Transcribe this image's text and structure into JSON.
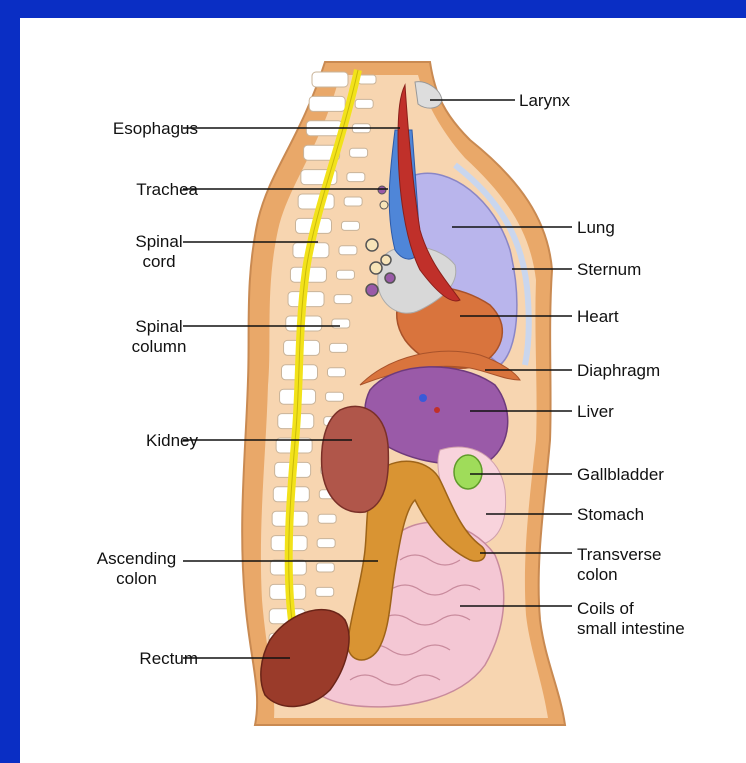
{
  "colors": {
    "frame": "#0a2ec4",
    "background": "#ffffff",
    "skin": "#e9a869",
    "body_fill": "#f7d5b0",
    "spinal_cord": "#f2e21a",
    "vertebra": "#ffffff",
    "lung": "#b9b5ec",
    "heart": "#d9743d",
    "liver": "#9a5aa8",
    "kidney": "#b0564a",
    "colon": "#d99433",
    "small_intestine": "#f4c7d4",
    "rectum": "#9a3b2a",
    "gallbladder": "#9fdc5a",
    "stomach": "#f8d3dc",
    "trachea": "#4f86d8",
    "esophagus": "#c0302a",
    "larynx": "#dddddd",
    "leader_line": "#111111"
  },
  "labels": {
    "esophagus": "Esophagus",
    "trachea": "Trachea",
    "spinal_cord": [
      "Spinal",
      "cord"
    ],
    "spinal_column": [
      "Spinal",
      "column"
    ],
    "kidney": "Kidney",
    "ascending_colon": [
      "Ascending",
      "colon"
    ],
    "rectum": "Rectum",
    "larynx": "Larynx",
    "lung": "Lung",
    "sternum": "Sternum",
    "heart": "Heart",
    "diaphragm": "Diaphragm",
    "liver": "Liver",
    "gallbladder": "Gallbladder",
    "stomach": "Stomach",
    "transverse_colon": [
      "Transverse",
      "colon"
    ],
    "small_intestine": [
      "Coils of",
      "small intestine"
    ]
  }
}
